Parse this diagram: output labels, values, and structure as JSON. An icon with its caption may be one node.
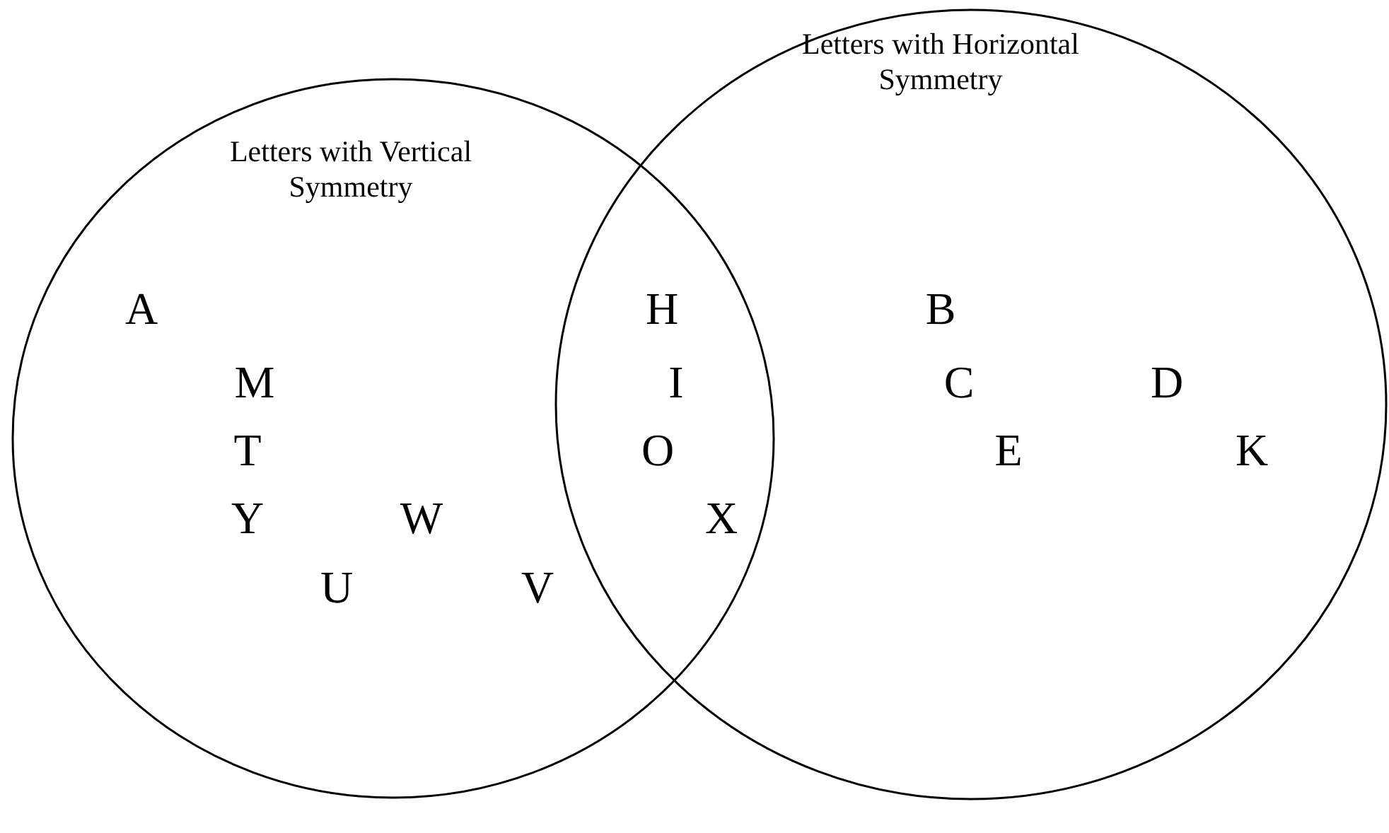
{
  "diagram": {
    "nodes": [
      {
        "text": [
          "Letters with Vertical Symmetry"
        ]
      },
      {
        "text": [
          "Letters with Horizontal Symmetry"
        ]
      }
    ],
    "labels": [
      "A",
      "H",
      "B",
      "M",
      "I",
      "C",
      "D",
      "T",
      "O",
      "E",
      "K",
      "Y",
      "W",
      "X",
      "U",
      "V"
    ]
  }
}
